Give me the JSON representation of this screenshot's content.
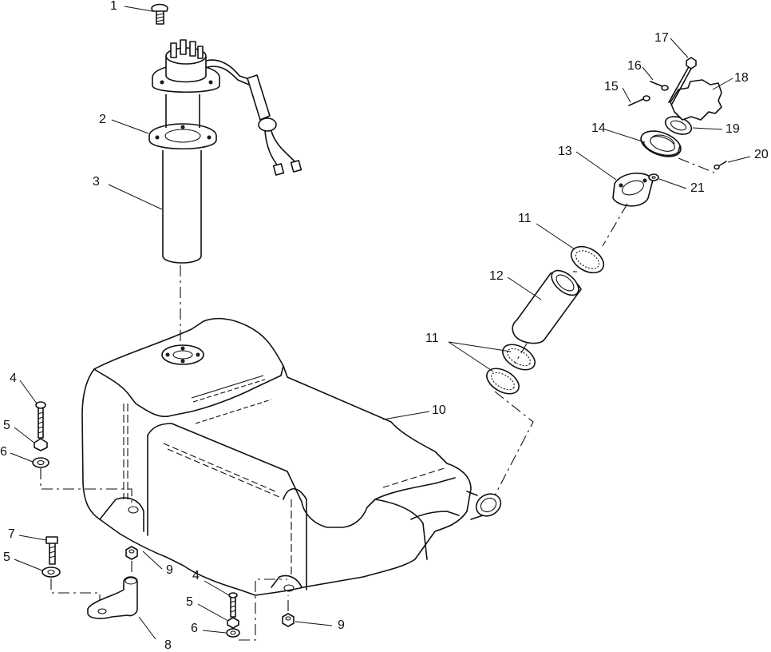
{
  "diagram": {
    "callouts": [
      "1",
      "2",
      "3",
      "4",
      "5",
      "6",
      "7",
      "5",
      "9",
      "4",
      "5",
      "6",
      "8",
      "9",
      "10",
      "11",
      "12",
      "11",
      "13",
      "14",
      "15",
      "16",
      "17",
      "18",
      "19",
      "20",
      "21"
    ]
  }
}
